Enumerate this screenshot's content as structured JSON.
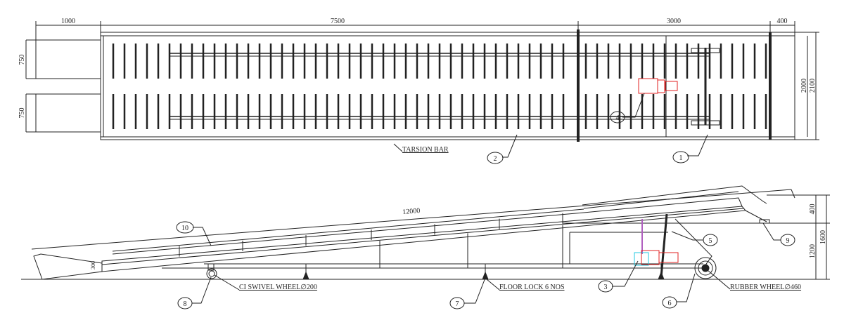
{
  "top_view": {
    "dimensions": {
      "ramp_lip": "1000",
      "main_length": "7500",
      "rear_section": "3000",
      "rear_end": "400",
      "lip_width_upper": "750",
      "lip_width_lower": "750",
      "inner_width": "2000",
      "outer_width": "2100"
    },
    "labels": {
      "torsion_bar": "TARSION BAR"
    },
    "balloons": {
      "b1": "1",
      "b2": "2",
      "b4": "4"
    }
  },
  "side_view": {
    "dimensions": {
      "overall_length": "12000",
      "lip_height": "300",
      "top_height": "400",
      "base_height": "1200",
      "total_height": "1600"
    },
    "labels": {
      "swivel_wheel": "CI SWIVEL WHEEL∅200",
      "floor_lock": "FLOOR LOCK 6 NOS",
      "rubber_wheel": "RUBBER WHEEL∅460"
    },
    "balloons": {
      "b3": "3",
      "b5": "5",
      "b6": "6",
      "b7": "7",
      "b8": "8",
      "b9": "9",
      "b10": "10"
    }
  },
  "colors": {
    "line": "#222222",
    "motor": "#e02020",
    "sensor": "#20c8e0",
    "rod": "#b060c0"
  }
}
